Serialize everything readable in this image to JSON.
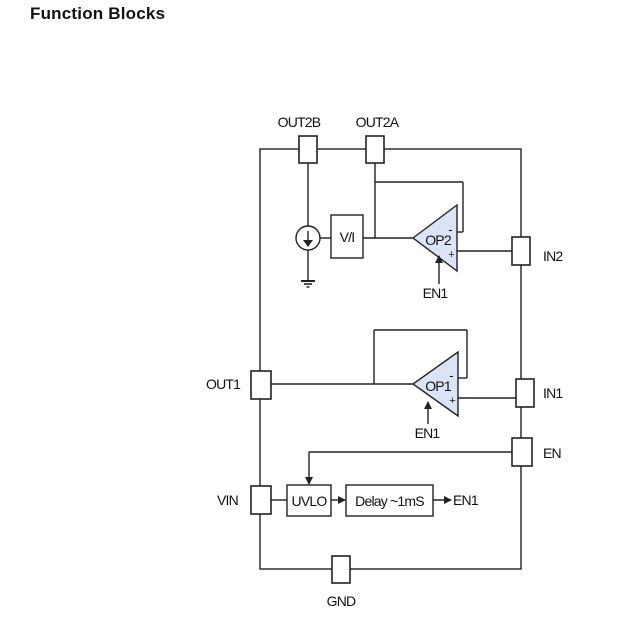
{
  "heading": "Function Blocks",
  "pins": {
    "out2b": "OUT2B",
    "out2a": "OUT2A",
    "in2": "IN2",
    "out1": "OUT1",
    "in1": "IN1",
    "en": "EN",
    "vin": "VIN",
    "gnd": "GND"
  },
  "blocks": {
    "vi": "V/I",
    "op2": "OP2",
    "op1": "OP1",
    "uvlo": "UVLO",
    "delay": "Delay ~1mS"
  },
  "signals": {
    "en1_op2": "EN1",
    "en1_op1": "EN1",
    "en1_out": "EN1"
  },
  "amp_signs": {
    "op2_minus": "-",
    "op2_plus": "+",
    "op1_minus": "-",
    "op1_plus": "+"
  },
  "colors": {
    "op_amp_fill": "#dbe4f4",
    "line": "#222222"
  }
}
